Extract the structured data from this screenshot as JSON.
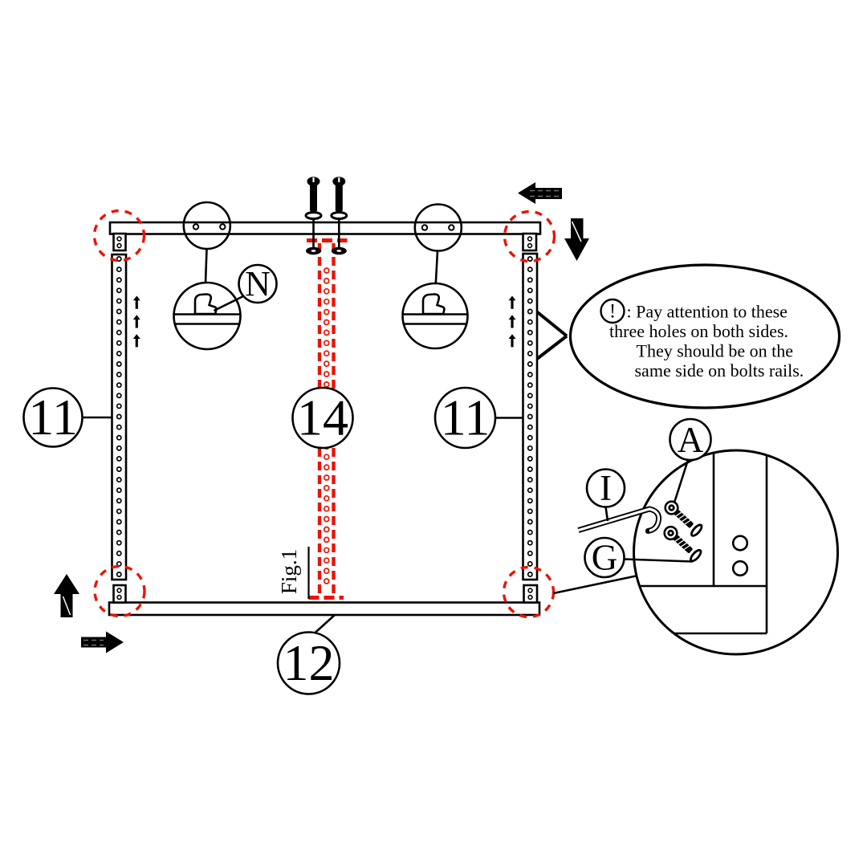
{
  "colors": {
    "accent_red": "#e91405",
    "line_black": "#000000",
    "arrow_hatch_gray": "#6f6f6f"
  },
  "callouts": {
    "side_rail_left": "11",
    "side_rail_right": "11",
    "center_bolt_rail": "14",
    "bottom_rail": "12",
    "bracket_detail": "N",
    "bolt": "A",
    "hex_key": "I",
    "washer": "G"
  },
  "figure": {
    "ref": "Fig.1"
  },
  "note": {
    "symbol": "!",
    "line1": ": Pay attention to these",
    "line2": "three holes on both sides.",
    "line3": "They should be on the",
    "line4": "same side on bolts rails."
  },
  "icons": {
    "direction_arrows": [
      "left-arrow",
      "down-arrow",
      "up-arrow",
      "right-arrow"
    ],
    "alignment_arrows": "small-up-arrow (x3 beside each side rail)",
    "corner_highlight": "red-dashed-circle (x4 corners)",
    "magnifier_views": [
      "bracket-detail-circle (x2)",
      "corner-assembly-detail-circle"
    ]
  }
}
